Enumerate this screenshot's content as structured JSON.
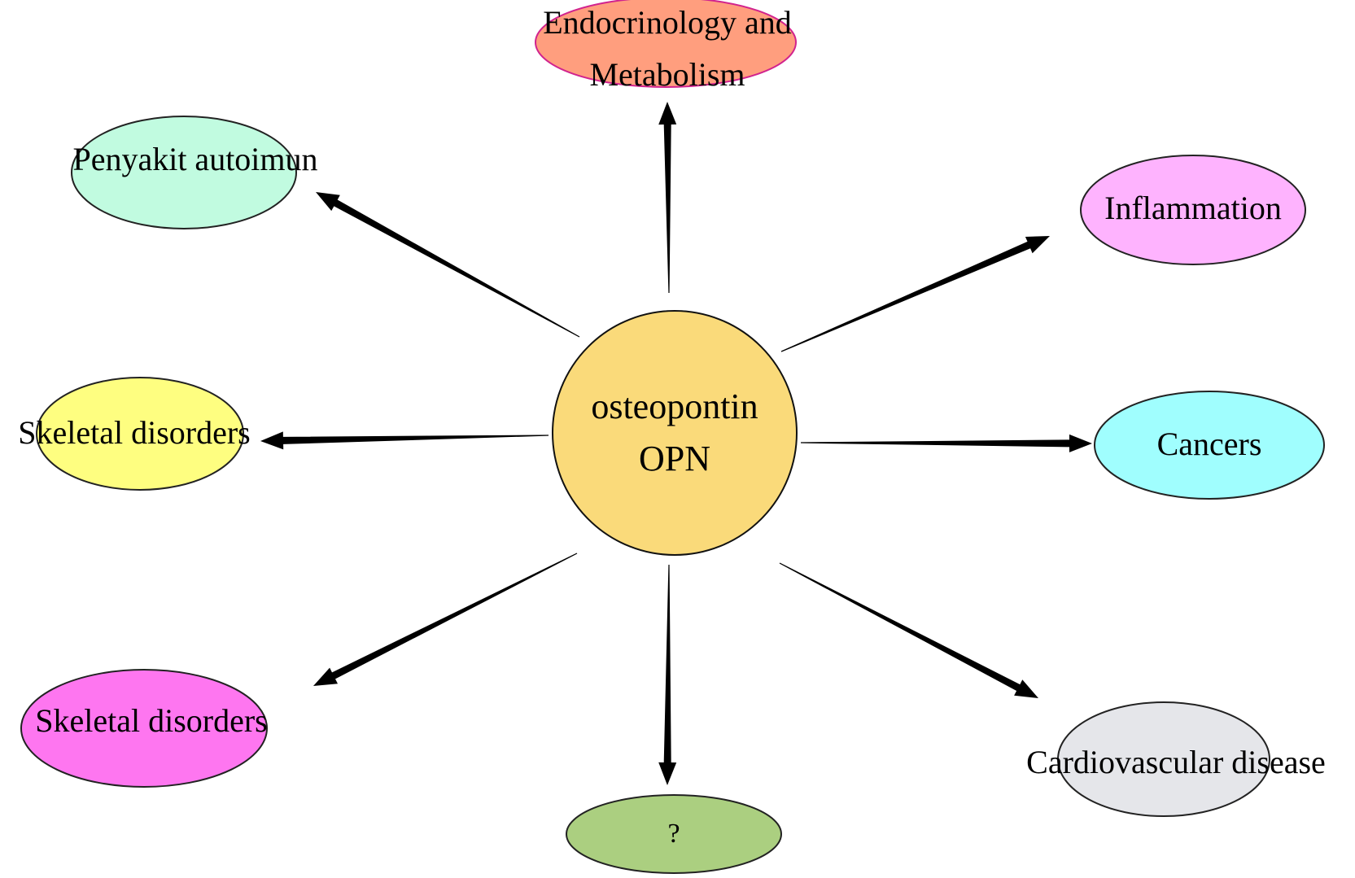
{
  "center": {
    "line1": "osteopontin",
    "line2": "OPN",
    "fill": "#FADA7A"
  },
  "nodes": [
    {
      "id": "endocrinology",
      "label": "Endocrinology and Metabolism",
      "line1": "Endocrinology and",
      "line2": "Metabolism",
      "fill": "#FF9E7E",
      "stroke": "#D1238E"
    },
    {
      "id": "penyakit-autoimun",
      "label": "Penyakit autoimun",
      "fill": "#C1FBE0",
      "stroke": "#222222"
    },
    {
      "id": "inflammation",
      "label": "Inflammation",
      "fill": "#FEB3FE",
      "stroke": "#222222"
    },
    {
      "id": "skeletal-disorders-yellow",
      "label": "Skeletal disorders",
      "fill": "#FEFE80",
      "stroke": "#222222"
    },
    {
      "id": "cancers",
      "label": "Cancers",
      "fill": "#A0FEFE",
      "stroke": "#222222"
    },
    {
      "id": "skeletal-disorders-magenta",
      "label": "Skeletal disorders",
      "fill": "#FE76F0",
      "stroke": "#222222"
    },
    {
      "id": "cardiovascular-disease",
      "label": "Cardiovascular disease",
      "fill": "#E5E6EA",
      "stroke": "#222222"
    },
    {
      "id": "unknown",
      "label": "?",
      "fill": "#ABCF80",
      "stroke": "#222222"
    }
  ]
}
